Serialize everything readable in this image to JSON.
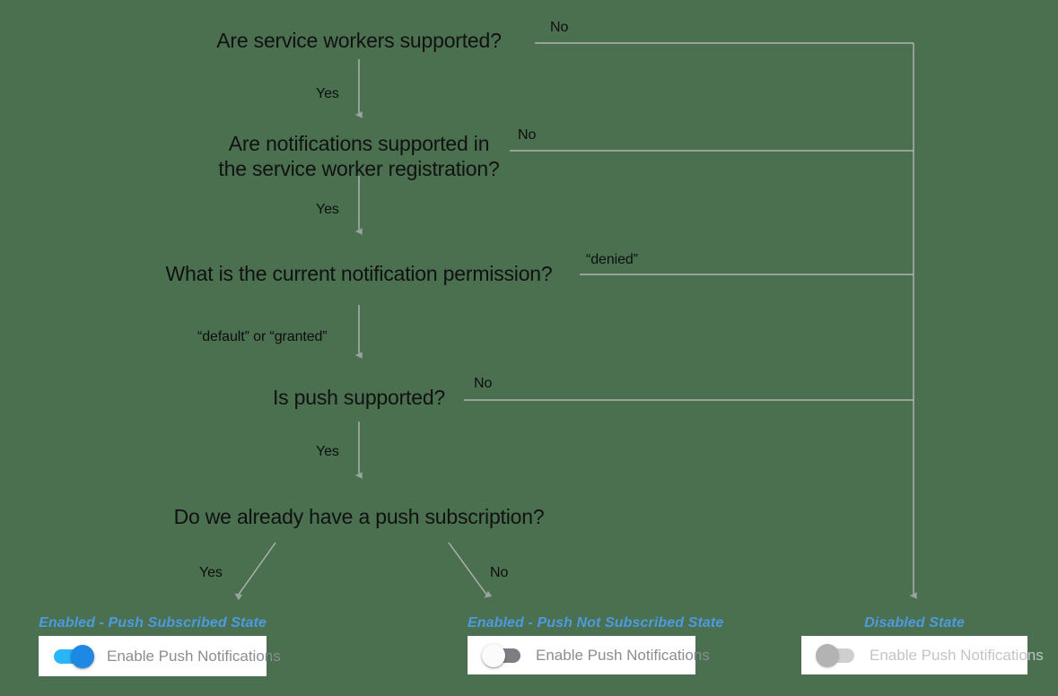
{
  "diagram": {
    "background_color": "#4a7050",
    "edge_color": "#b0b0b0",
    "accent_color": "#4e9ae0",
    "toggle_on_track_color": "#29b6f6",
    "toggle_on_knob_color": "#1e88e5",
    "toggle_off_track_color": "#7b7f83",
    "toggle_disabled_track_color": "#cfcfcf"
  },
  "questions": [
    {
      "text": "Are service workers supported?"
    },
    {
      "text": "Are notifications supported in\nthe service worker registration?"
    },
    {
      "text": "What is the current notification permission?"
    },
    {
      "text": "Is push supported?"
    },
    {
      "text": "Do we already have a push subscription?"
    }
  ],
  "edge_labels": {
    "sw_no": "No",
    "sw_yes": "Yes",
    "notif_no": "No",
    "notif_yes": "Yes",
    "perm_denied": "“denied”",
    "perm_default_granted": "“default” or “granted”",
    "push_no": "No",
    "push_yes": "Yes",
    "sub_yes": "Yes",
    "sub_no": "No"
  },
  "states": [
    {
      "title": "Enabled - Push Subscribed State",
      "toggle_label": "Enable Push Notifications",
      "toggle_state": "on"
    },
    {
      "title": "Enabled - Push Not Subscribed State",
      "toggle_label": "Enable Push Notifications",
      "toggle_state": "off"
    },
    {
      "title": "Disabled State",
      "toggle_label": "Enable Push Notifications",
      "toggle_state": "disabled"
    }
  ]
}
